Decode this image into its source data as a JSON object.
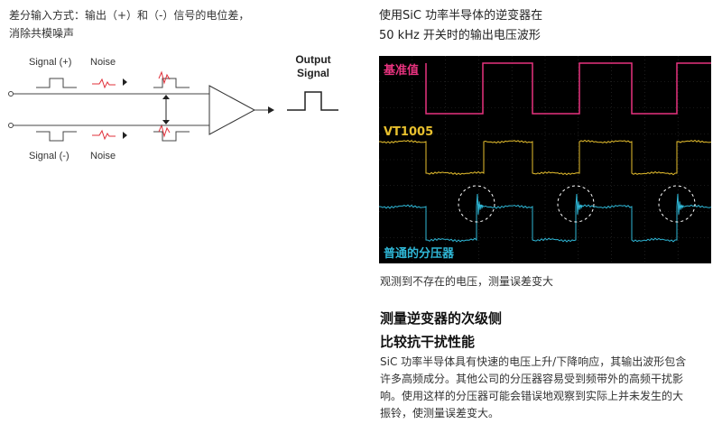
{
  "diagram": {
    "heading_line1": "差分输入方式：输出（+）和（-）信号的电位差，",
    "heading_line2": "消除共模噪声",
    "signal_plus_label": "Signal (+)",
    "signal_minus_label": "Signal (-)",
    "noise_label": "Noise",
    "output_label_line1": "Output",
    "output_label_line2": "Signal",
    "colors": {
      "noise": "#e0303a",
      "line": "#444444"
    }
  },
  "scope": {
    "title_line1": "使用SiC 功率半导体的逆变器在",
    "title_line2": "50 kHz 开关时的输出电压波形",
    "trace_reference_label": "基准值",
    "trace_vt1005_label": "VT1005",
    "trace_divider_label": "普通的分压器",
    "caption": "观测到不存在的电压，测量误差变大",
    "colors": {
      "reference": "#e8337f",
      "vt1005": "#e8c02e",
      "divider": "#2fb7d6",
      "background": "#000000",
      "grid": "#3a3a3a"
    }
  },
  "section": {
    "heading_line1": "测量逆变器的次级侧",
    "heading_line2": "比较抗干扰性能",
    "body_lines": [
      "SiC 功率半导体具有快速的电压上升/下降响应，其输出波形包含",
      "许多高频成分。其他公司的分压器容易受到频带外的高频干扰影",
      "响。使用这样的分压器可能会错误地观察到实际上并未发生的大",
      "振铃，使测量误差变大。"
    ]
  }
}
